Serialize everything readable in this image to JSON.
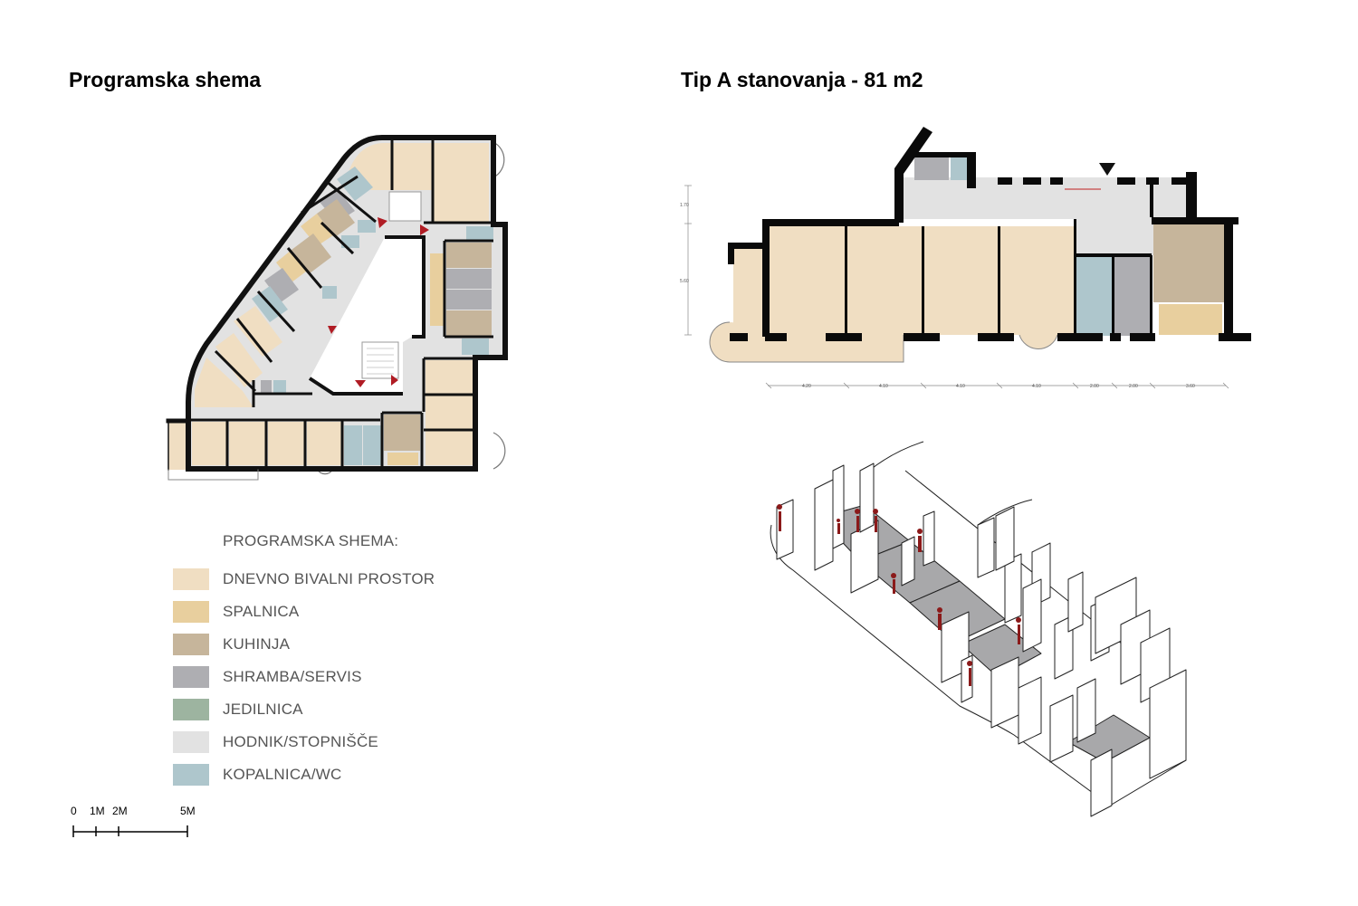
{
  "titles": {
    "left": "Programska shema",
    "right": "Tip A stanovanja - 81 m2"
  },
  "legend": {
    "title": "PROGRAMSKA SHEMA:",
    "items": [
      {
        "label": "DNEVNO BIVALNI PROSTOR",
        "color": "#f0dec2"
      },
      {
        "label": "SPALNICA",
        "color": "#e8cf9e"
      },
      {
        "label": "KUHINJA",
        "color": "#c6b59b"
      },
      {
        "label": "SHRAMBA/SERVIS",
        "color": "#aeaeb2"
      },
      {
        "label": "JEDILNICA",
        "color": "#9db4a0"
      },
      {
        "label": "HODNIK/STOPNIŠČE",
        "color": "#e2e2e2"
      },
      {
        "label": "KOPALNICA/WC",
        "color": "#aec6cc"
      }
    ]
  },
  "scale_bar": {
    "labels": [
      "0",
      "1M",
      "2M",
      "5M"
    ]
  },
  "plan_dimensions": {
    "vertical": [
      "1.70",
      "5.60"
    ],
    "horizontal": [
      "4.20",
      "4.10",
      "4.10",
      "4.10",
      "2.00",
      "2.00",
      "3.60"
    ]
  },
  "colors": {
    "wall": "#0a0a0a",
    "accent_arrow": "#b01c24",
    "figure": "#8b1a1a",
    "floor_axo": "#a8a8aa"
  }
}
